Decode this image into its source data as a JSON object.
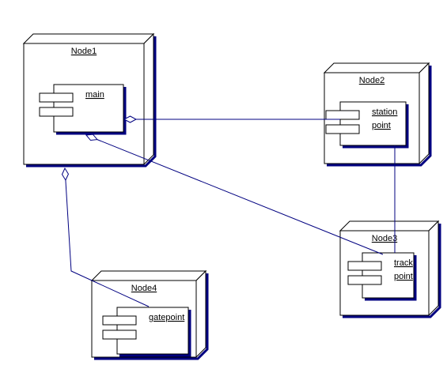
{
  "diagram": {
    "type": "uml-deployment",
    "nodes": [
      {
        "id": "node1",
        "label": "Node1",
        "components": [
          {
            "id": "main",
            "label_lines": [
              "main"
            ]
          }
        ]
      },
      {
        "id": "node2",
        "label": "Node2",
        "components": [
          {
            "id": "station-point",
            "label_lines": [
              "station",
              "point"
            ]
          }
        ]
      },
      {
        "id": "node3",
        "label": "Node3",
        "components": [
          {
            "id": "track-point",
            "label_lines": [
              "track",
              "point"
            ]
          }
        ]
      },
      {
        "id": "node4",
        "label": "Node4",
        "components": [
          {
            "id": "gatepoint",
            "label_lines": [
              "gatepoint"
            ]
          }
        ]
      }
    ],
    "connections": [
      {
        "from": "main",
        "to": "station-point",
        "kind": "aggregation",
        "diamond_at": "from"
      },
      {
        "from": "main",
        "to": "track-point",
        "kind": "aggregation",
        "diamond_at": "from"
      },
      {
        "from": "node1",
        "to": "gatepoint",
        "kind": "aggregation",
        "diamond_at": "from"
      },
      {
        "from": "station-point",
        "to": "track-point",
        "kind": "association"
      }
    ],
    "colors": {
      "line": "#000080",
      "shadow": "#000080",
      "outline": "#000000",
      "fill": "#ffffff",
      "text": "#000000"
    }
  }
}
